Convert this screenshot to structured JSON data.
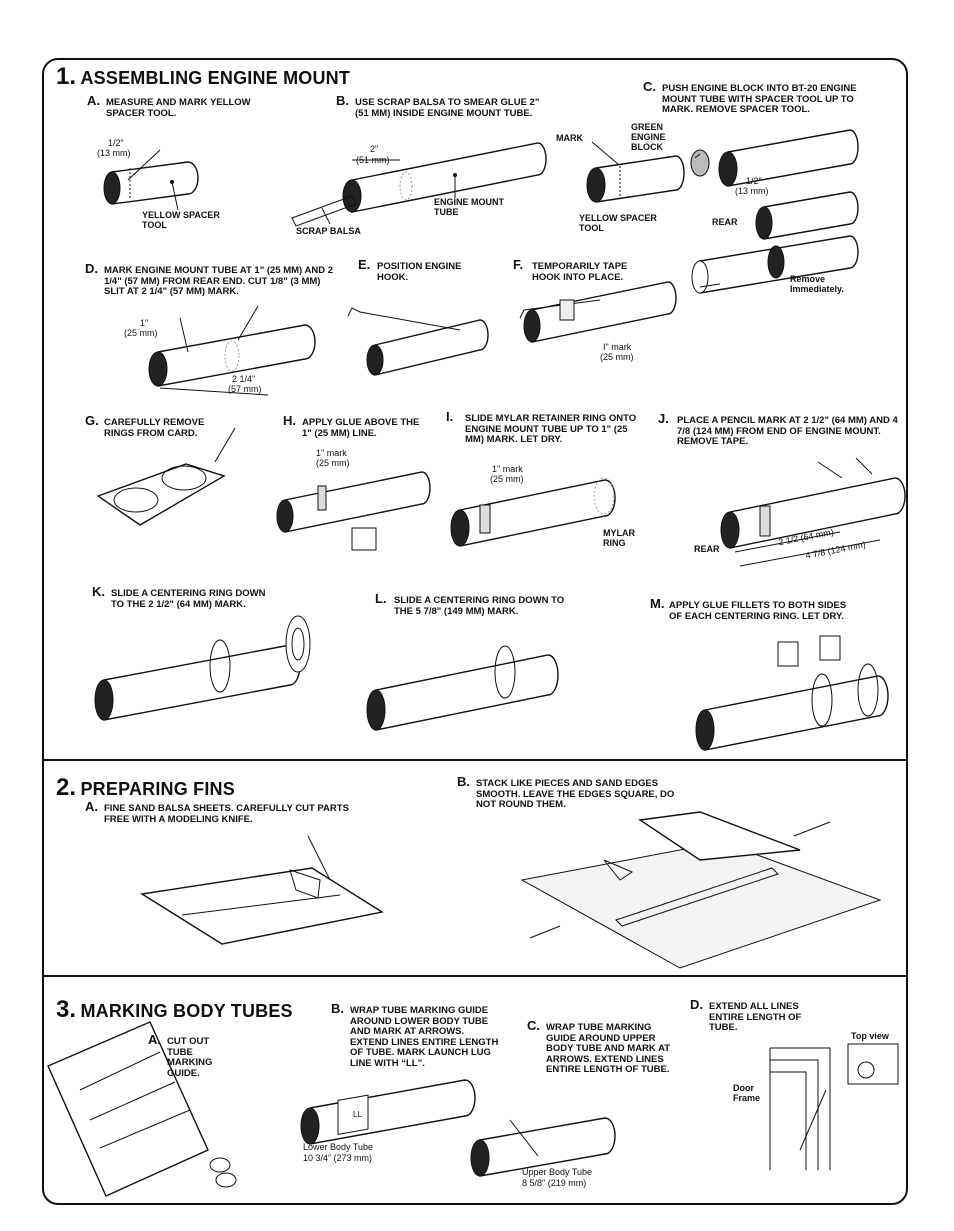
{
  "sections": [
    {
      "num": "1.",
      "title": "ASSEMBLING ENGINE MOUNT"
    },
    {
      "num": "2.",
      "title": "PREPARING FINS"
    },
    {
      "num": "3.",
      "title": "MARKING BODY TUBES"
    }
  ],
  "s1": {
    "A": {
      "letter": "A.",
      "text": "MEASURE AND MARK YELLOW SPACER TOOL.",
      "l_half": "1/2\"",
      "l_13": "(13 mm)",
      "l_tool": "YELLOW SPACER TOOL"
    },
    "B": {
      "letter": "B.",
      "text": "USE SCRAP BALSA TO SMEAR GLUE 2\" (51 MM) INSIDE ENGINE MOUNT TUBE.",
      "l_2": "2\"",
      "l_51": "(51 mm)",
      "l_tube": "ENGINE MOUNT TUBE",
      "l_balsa": "SCRAP BALSA"
    },
    "C": {
      "letter": "C.",
      "text": "PUSH ENGINE BLOCK INTO BT-20 ENGINE MOUNT TUBE WITH SPACER TOOL UP TO MARK. REMOVE SPACER TOOL.",
      "l_mark": "MARK",
      "l_green": "GREEN ENGINE BLOCK",
      "l_tool": "YELLOW SPACER TOOL",
      "l_half": "1/2\"",
      "l_13": "(13 mm)",
      "l_rear": "REAR",
      "l_remove": "Remove Immediately."
    },
    "D": {
      "letter": "D.",
      "text": "MARK ENGINE MOUNT TUBE AT 1\" (25 MM) AND 2 1/4\" (57 MM) FROM REAR END. CUT 1/8\" (3 MM) SLIT AT 2 1/4\" (57 MM) MARK.",
      "l_1": "1\"",
      "l_25": "(25 mm)",
      "l_214": "2 1/4\"",
      "l_57": "(57 mm)"
    },
    "E": {
      "letter": "E.",
      "text": "POSITION ENGINE HOOK."
    },
    "F": {
      "letter": "F.",
      "text": "TEMPORARILY TAPE HOOK INTO PLACE.",
      "l_mark": "I\" mark",
      "l_25": "(25 mm)"
    },
    "G": {
      "letter": "G.",
      "text": "CAREFULLY REMOVE RINGS FROM CARD."
    },
    "H": {
      "letter": "H.",
      "text": "APPLY GLUE ABOVE THE 1\" (25 MM) LINE.",
      "l_mark": "1\" mark",
      "l_25": "(25 mm)"
    },
    "I": {
      "letter": "I.",
      "text": "SLIDE MYLAR RETAINER RING ONTO ENGINE MOUNT TUBE UP TO 1\" (25 MM) MARK. LET DRY.",
      "l_mark": "1\" mark",
      "l_25": "(25 mm)",
      "l_mylar": "MYLAR RING"
    },
    "J": {
      "letter": "J.",
      "text": "PLACE A PENCIL MARK AT 2 1/2\" (64 MM) AND 4 7/8 (124 MM) FROM END OF ENGINE MOUNT. REMOVE TAPE.",
      "l_rear": "REAR",
      "l_212": "2 1/2 (64 mm)",
      "l_478": "4 7/8 (124 mm)"
    },
    "K": {
      "letter": "K.",
      "text": "SLIDE A CENTERING RING DOWN TO THE 2 1/2\" (64 MM) MARK."
    },
    "L": {
      "letter": "L.",
      "text": "SLIDE A CENTERING RING DOWN TO THE 5 7/8\" (149 MM) MARK."
    },
    "M": {
      "letter": "M.",
      "text": "APPLY GLUE FILLETS TO BOTH SIDES OF EACH CENTERING RING. LET DRY."
    }
  },
  "s2": {
    "A": {
      "letter": "A.",
      "text": "FINE SAND BALSA SHEETS. CAREFULLY CUT PARTS FREE WITH A MODELING KNIFE."
    },
    "B": {
      "letter": "B.",
      "text": "STACK LIKE PIECES AND SAND EDGES SMOOTH. LEAVE THE EDGES SQUARE, DO NOT ROUND THEM."
    }
  },
  "s3": {
    "A": {
      "letter": "A.",
      "text": "CUT OUT TUBE MARKING GUIDE."
    },
    "B": {
      "letter": "B.",
      "text": "WRAP TUBE MARKING GUIDE AROUND LOWER BODY TUBE AND MARK AT ARROWS. EXTEND LINES ENTIRE LENGTH OF TUBE. MARK LAUNCH LUG LINE WITH “LL”.",
      "l_tube": "Lower Body Tube",
      "l_size": "10 3/4” (273 mm)",
      "l_ll": "LL"
    },
    "C": {
      "letter": "C.",
      "text": "WRAP TUBE MARKING GUIDE AROUND UPPER BODY TUBE AND MARK AT ARROWS. EXTEND LINES ENTIRE LENGTH OF TUBE.",
      "l_tube": "Upper Body Tube",
      "l_size": "8 5/8\" (219 mm)"
    },
    "D": {
      "letter": "D.",
      "text": "EXTEND ALL LINES ENTIRE LENGTH OF TUBE.",
      "l_top": "Top view",
      "l_door": "Door Frame"
    }
  }
}
